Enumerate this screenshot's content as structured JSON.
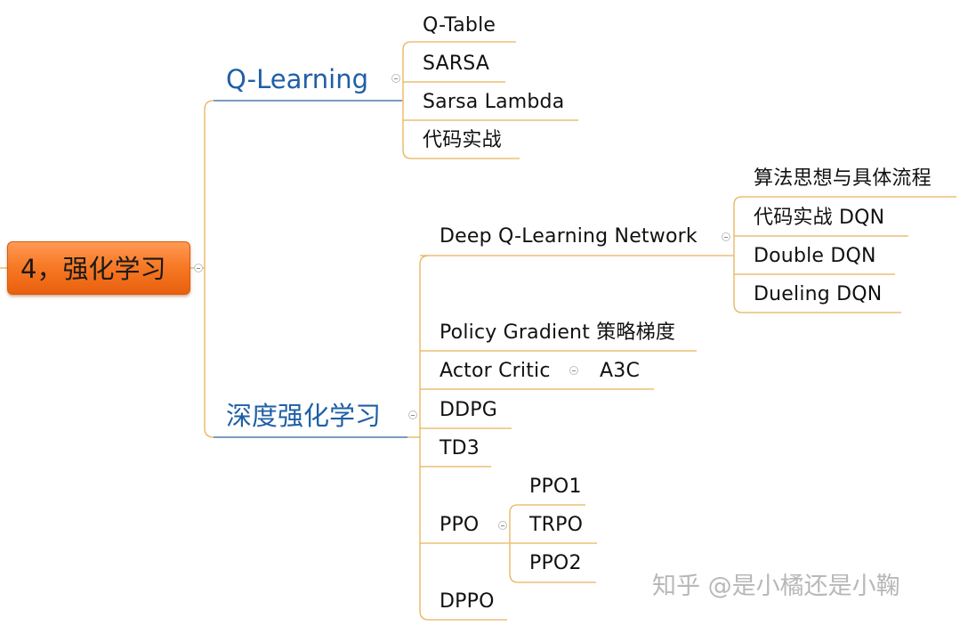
{
  "root": {
    "label": "4，强化学习"
  },
  "q_learning": {
    "label": "Q-Learning",
    "children": [
      "Q-Table",
      "SARSA",
      "Sarsa Lambda",
      "代码实战"
    ]
  },
  "deep_rl": {
    "label": "深度强化学习",
    "dqn": {
      "label": "Deep Q-Learning Network",
      "children": [
        "算法思想与具体流程",
        "代码实战 DQN",
        "Double DQN",
        "Dueling DQN"
      ]
    },
    "policy_gradient": "Policy Gradient 策略梯度",
    "actor_critic": {
      "label": "Actor Critic",
      "children": [
        "A3C"
      ]
    },
    "ddpg": "DDPG",
    "td3": "TD3",
    "ppo": {
      "label": "PPO",
      "children": [
        "PPO1",
        "TRPO",
        "PPO2"
      ]
    },
    "dppo": "DPPO"
  },
  "watermark": "知乎 @是小橘还是小鞠",
  "colors": {
    "branch_text": "#1f5fa6",
    "connector": "#e8b25a",
    "branch_underline": "#2f5f9e",
    "root_fill": "#f77a26"
  }
}
